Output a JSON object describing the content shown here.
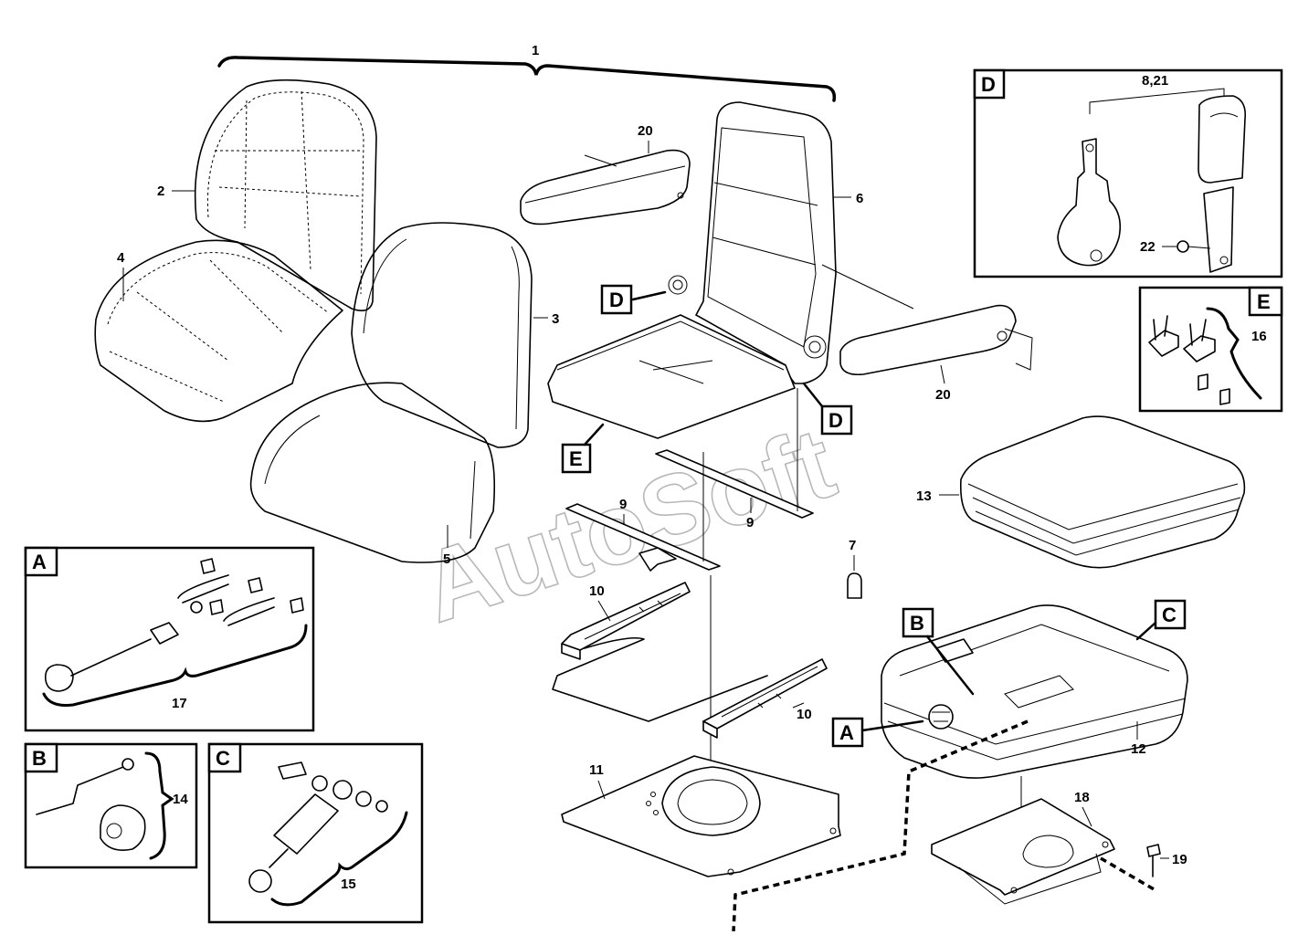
{
  "watermark": "AutoSoft",
  "callouts": {
    "c1": "1",
    "c2": "2",
    "c3": "3",
    "c4": "4",
    "c5": "5",
    "c6": "6",
    "c7": "7",
    "c9a": "9",
    "c9b": "9",
    "c10a": "10",
    "c10b": "10",
    "c11": "11",
    "c12": "12",
    "c13": "13",
    "c14": "14",
    "c15": "15",
    "c16": "16",
    "c17": "17",
    "c18": "18",
    "c19": "19",
    "c20a": "20",
    "c20b": "20",
    "c821": "8,21",
    "c22": "22"
  },
  "detail_refs": {
    "D1": "D",
    "D2": "D",
    "E1": "E",
    "A1": "A",
    "B1": "B",
    "C1": "C"
  },
  "insets": {
    "A": "A",
    "B": "B",
    "C": "C",
    "D": "D",
    "E": "E"
  }
}
